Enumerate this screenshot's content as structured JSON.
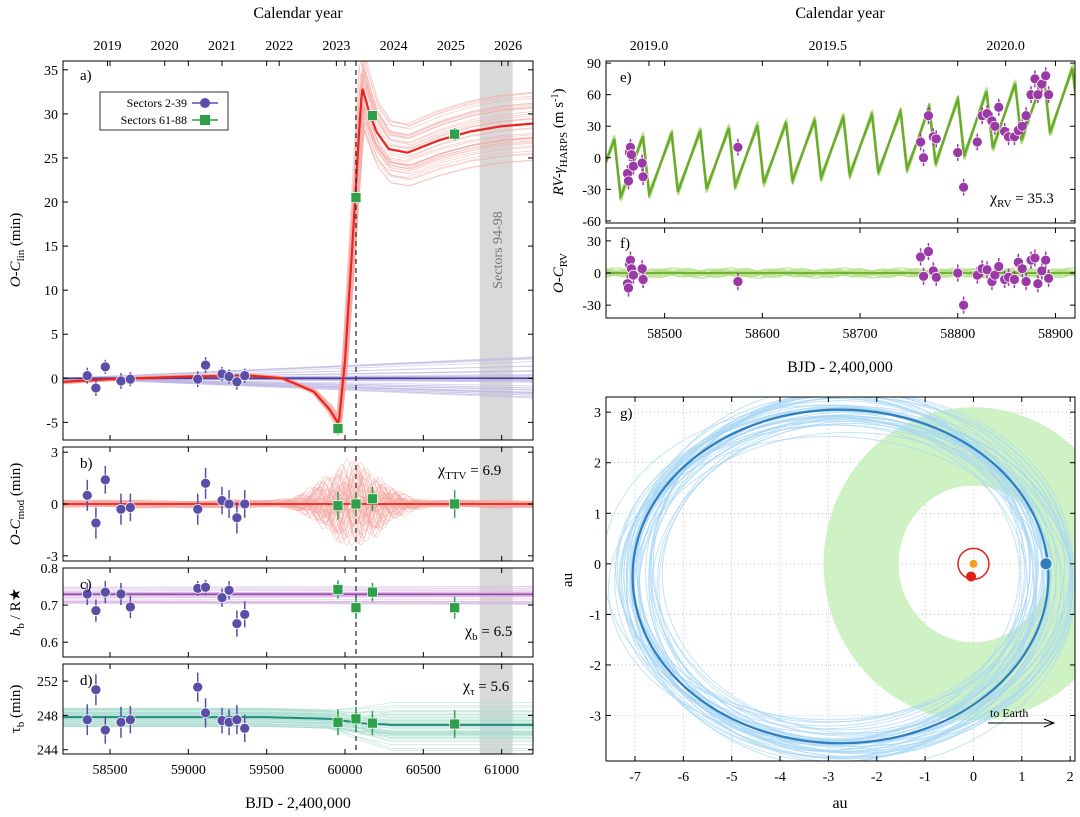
{
  "colors": {
    "ttv_model": "#e8261f",
    "ttv_band": "#f4a7a2",
    "linear": "#4b3fa0",
    "linear_band": "#bdb6e3",
    "points_tess1": "#5a4ea8",
    "points_tess2": "#2ea04a",
    "impact": "#9a4cae",
    "impact_band": "#d8b8e3",
    "duration": "#1d8c79",
    "duration_band": "#a8dccf",
    "rv_model": "#6aaa2a",
    "rv_band": "#b3df85",
    "rv_points": "#9b3aa6",
    "orbit": "#2f7dbd",
    "orbit_band": "#a8d7f5",
    "hz": "#c6f0b8",
    "inner_orbit": "#e0201a",
    "star": "#f0a020",
    "sector_band": "#d9d9d9"
  },
  "texts": {
    "top_axis_left": "Calendar year",
    "top_axis_right": "Calendar year",
    "bottom_axis_left": "BJD - 2,400,000",
    "bottom_axis_right": "BJD - 2,400,000",
    "map_x_label": "au",
    "map_y_label": "au",
    "legend_1": "Sectors 2-39",
    "legend_2": "Sectors 61-88",
    "sector_band_label": "Sectors 94-98",
    "to_earth": "to Earth",
    "panel_a": "a)",
    "panel_b": "b)",
    "panel_c": "c)",
    "panel_d": "d)",
    "panel_e": "e)",
    "panel_f": "f)",
    "panel_g": "g)",
    "chi_ttv": "χ",
    "chi_ttv_sub": "TTV",
    "chi_ttv_val": " = 6.9",
    "chi_b": "χ",
    "chi_b_sub": "b",
    "chi_b_val": " = 6.5",
    "chi_tau": "χ",
    "chi_tau_sub": "τ",
    "chi_tau_val": " = 5.6",
    "chi_rv": "χ",
    "chi_rv_sub": "RV",
    "chi_rv_val": " = 35.3",
    "ylabel_a": "O-C",
    "ylabel_a_sub": "lin",
    "ylabel_a_unit": " (min)",
    "ylabel_b": "O-C",
    "ylabel_b_sub": "mod",
    "ylabel_b_unit": " (min)",
    "ylabel_c": "b",
    "ylabel_c_sub": "b",
    "ylabel_c_unit": " / R★",
    "ylabel_d": "τ",
    "ylabel_d_sub": "b",
    "ylabel_d_unit": " (min)",
    "ylabel_e": "RV-γ",
    "ylabel_e_sub": "HARPS",
    "ylabel_e_unit": " (m s",
    "ylabel_e_exp": "-1",
    "ylabel_e_close": ")",
    "ylabel_f": "O-C",
    "ylabel_f_sub": "RV"
  },
  "chart_data": [
    {
      "type": "scatter",
      "panel": "a",
      "xlim": [
        58200,
        61200
      ],
      "ylim": [
        -7,
        36
      ],
      "xticks": [
        58500,
        59000,
        59500,
        60000,
        60500,
        61000
      ],
      "yticks": [
        -5,
        0,
        5,
        10,
        15,
        20,
        25,
        30,
        35
      ],
      "top_ticks": [
        {
          "x": 58484,
          "label": "2019"
        },
        {
          "x": 58849,
          "label": "2020"
        },
        {
          "x": 59215,
          "label": "2021"
        },
        {
          "x": 59580,
          "label": "2022"
        },
        {
          "x": 59945,
          "label": "2023"
        },
        {
          "x": 60310,
          "label": "2024"
        },
        {
          "x": 60676,
          "label": "2025"
        },
        {
          "x": 61041,
          "label": "2026"
        }
      ],
      "vline_x": 60070,
      "band_x": [
        60860,
        61070
      ],
      "series": [
        {
          "name": "Sectors 2-39",
          "x": [
            58355,
            58410,
            58470,
            58570,
            58630,
            59060,
            59110,
            59215,
            59260,
            59310,
            59360
          ],
          "y": [
            0.3,
            -1.1,
            1.3,
            -0.3,
            -0.1,
            -0.1,
            1.5,
            0.5,
            0.2,
            -0.4,
            0.3
          ],
          "err": [
            0.9,
            0.9,
            0.8,
            0.9,
            0.8,
            0.9,
            0.9,
            0.8,
            0.8,
            0.9,
            0.8
          ]
        },
        {
          "name": "Sectors 61-88",
          "x": [
            59955,
            60070,
            60175,
            60700
          ],
          "y": [
            -5.7,
            20.5,
            29.8,
            27.7
          ],
          "err": [
            0.7,
            0.6,
            0.6,
            0.7
          ]
        }
      ],
      "model_x": [
        58200,
        58500,
        59000,
        59400,
        59600,
        59800,
        59900,
        59960,
        60000,
        60050,
        60090,
        60110,
        60150,
        60200,
        60280,
        60400,
        60600,
        60800,
        61000,
        61200
      ],
      "model_y": [
        -0.4,
        -0.1,
        0.2,
        0.3,
        0.0,
        -1.5,
        -3.5,
        -5.2,
        2.0,
        16.0,
        28.0,
        33.0,
        30.5,
        28.0,
        26.0,
        25.6,
        27.0,
        28.0,
        28.6,
        28.9
      ]
    },
    {
      "type": "scatter",
      "panel": "b",
      "xlim": [
        58200,
        61200
      ],
      "ylim": [
        -3.3,
        3.3
      ],
      "yticks": [
        -3,
        0,
        3
      ],
      "series": [
        {
          "name": "Sectors 2-39",
          "x": [
            58355,
            58410,
            58470,
            58570,
            58630,
            59060,
            59110,
            59215,
            59260,
            59310,
            59360
          ],
          "y": [
            0.5,
            -1.1,
            1.4,
            -0.3,
            -0.2,
            -0.3,
            1.2,
            0.2,
            0.0,
            -0.8,
            0.0
          ],
          "err": [
            0.9,
            0.9,
            0.8,
            0.9,
            0.8,
            0.9,
            0.9,
            0.8,
            0.8,
            0.9,
            0.8
          ]
        },
        {
          "name": "Sectors 61-88",
          "x": [
            59955,
            60070,
            60175,
            60700
          ],
          "y": [
            -0.1,
            0.0,
            0.3,
            0.0
          ],
          "err": [
            0.8,
            0.7,
            0.7,
            0.8
          ]
        }
      ]
    },
    {
      "type": "scatter",
      "panel": "c",
      "xlim": [
        58200,
        61200
      ],
      "ylim": [
        0.56,
        0.8
      ],
      "yticks": [
        0.6,
        0.7,
        0.8
      ],
      "model_y": 0.729,
      "series": [
        {
          "name": "Sectors 2-39",
          "x": [
            58355,
            58410,
            58470,
            58570,
            58630,
            59060,
            59110,
            59215,
            59260,
            59310,
            59360
          ],
          "y": [
            0.73,
            0.685,
            0.735,
            0.73,
            0.695,
            0.745,
            0.748,
            0.72,
            0.74,
            0.65,
            0.675
          ],
          "err": [
            0.03,
            0.03,
            0.03,
            0.03,
            0.03,
            0.02,
            0.02,
            0.025,
            0.025,
            0.035,
            0.035
          ]
        },
        {
          "name": "Sectors 61-88",
          "x": [
            59955,
            60070,
            60175,
            60700
          ],
          "y": [
            0.742,
            0.693,
            0.735,
            0.693
          ],
          "err": [
            0.025,
            0.03,
            0.025,
            0.03
          ]
        }
      ]
    },
    {
      "type": "scatter",
      "panel": "d",
      "xlim": [
        58200,
        61200
      ],
      "ylim": [
        243.5,
        254
      ],
      "yticks": [
        244,
        248,
        252
      ],
      "series": [
        {
          "name": "Sectors 2-39",
          "x": [
            58355,
            58410,
            58470,
            58570,
            58630,
            59060,
            59110,
            59215,
            59260,
            59310,
            59360
          ],
          "y": [
            247.5,
            251.0,
            246.3,
            247.2,
            247.5,
            251.3,
            248.3,
            247.4,
            247.2,
            247.5,
            246.5
          ],
          "err": [
            1.8,
            1.8,
            1.6,
            1.8,
            1.6,
            1.7,
            1.7,
            1.5,
            1.5,
            1.7,
            1.6
          ]
        },
        {
          "name": "Sectors 61-88",
          "x": [
            59955,
            60070,
            60175,
            60700
          ],
          "y": [
            247.2,
            247.6,
            247.1,
            247.0
          ],
          "err": [
            1.5,
            1.4,
            1.4,
            1.6
          ]
        }
      ],
      "model_x": [
        58200,
        59500,
        59900,
        60100,
        60300,
        61200
      ],
      "model_y": [
        247.8,
        247.8,
        247.6,
        247.1,
        246.9,
        246.9
      ]
    },
    {
      "type": "scatter",
      "panel": "e",
      "xlim": [
        58440,
        58920
      ],
      "ylim": [
        -62,
        92
      ],
      "yticks": [
        -60,
        -30,
        0,
        30,
        60,
        90
      ],
      "top_ticks": [
        {
          "x": 58484,
          "label": "2019.0"
        },
        {
          "x": 58667,
          "label": "2019.5"
        },
        {
          "x": 58849,
          "label": "2020.0"
        }
      ],
      "period_days": 29.3,
      "series": [
        {
          "name": "HARPS",
          "x": [
            58462,
            58463,
            58464,
            58465,
            58466,
            58468,
            58477,
            58478,
            58575,
            58762,
            58765,
            58770,
            58775,
            58778,
            58800,
            58806,
            58820,
            58825,
            58830,
            58835,
            58838,
            58842,
            58848,
            58852,
            58858,
            58862,
            58866,
            58870,
            58875,
            58879,
            58882,
            58886,
            58890,
            58893
          ],
          "y": [
            -15,
            -22,
            5,
            10,
            3,
            -8,
            -5,
            -18,
            10,
            15,
            0,
            40,
            20,
            18,
            5,
            -28,
            15,
            40,
            42,
            35,
            30,
            48,
            25,
            20,
            20,
            26,
            30,
            40,
            60,
            75,
            60,
            70,
            78,
            60
          ],
          "err": [
            8,
            8,
            8,
            8,
            8,
            8,
            8,
            8,
            8,
            8,
            8,
            8,
            8,
            8,
            8,
            8,
            8,
            8,
            8,
            8,
            8,
            8,
            8,
            8,
            8,
            8,
            8,
            8,
            8,
            8,
            8,
            8,
            8,
            8
          ]
        }
      ]
    },
    {
      "type": "scatter",
      "panel": "f",
      "xlim": [
        58440,
        58920
      ],
      "ylim": [
        -42,
        42
      ],
      "yticks": [
        -30,
        0,
        30
      ],
      "xticks": [
        58500,
        58600,
        58700,
        58800,
        58900
      ],
      "series": [
        {
          "name": "HARPS",
          "x": [
            58462,
            58463,
            58464,
            58465,
            58466,
            58468,
            58477,
            58478,
            58575,
            58762,
            58765,
            58770,
            58775,
            58778,
            58800,
            58806,
            58820,
            58825,
            58830,
            58835,
            58838,
            58842,
            58848,
            58852,
            58858,
            58862,
            58866,
            58870,
            58875,
            58879,
            58882,
            58886,
            58890,
            58893
          ],
          "y": [
            -10,
            -14,
            8,
            12,
            4,
            -2,
            4,
            -6,
            -8,
            15,
            -3,
            20,
            2,
            -4,
            0,
            -30,
            -2,
            4,
            3,
            -8,
            -2,
            6,
            -6,
            -4,
            -6,
            10,
            4,
            -8,
            12,
            14,
            -10,
            2,
            12,
            -5
          ],
          "err": [
            8,
            8,
            8,
            8,
            8,
            8,
            8,
            8,
            8,
            8,
            8,
            8,
            8,
            8,
            8,
            8,
            8,
            8,
            8,
            8,
            8,
            8,
            8,
            8,
            8,
            8,
            8,
            8,
            8,
            8,
            8,
            8,
            8,
            8
          ]
        }
      ]
    },
    {
      "type": "scatter",
      "panel": "g",
      "xlim": [
        -7.6,
        2.1
      ],
      "ylim": [
        -3.9,
        3.3
      ],
      "xticks": [
        -7,
        -6,
        -5,
        -4,
        -3,
        -2,
        -1,
        0,
        1,
        2
      ],
      "yticks": [
        -3,
        -2,
        -1,
        0,
        1,
        2,
        3
      ],
      "orbit": {
        "cx": -2.75,
        "cy": -0.25,
        "rx": 4.3,
        "ry": 3.3
      },
      "hz_inner": 1.55,
      "hz_outer": 3.1,
      "planet_c_au": [
        1.5,
        0.0
      ],
      "planet_b_au": [
        -0.05,
        -0.25
      ],
      "star_au": [
        0.0,
        0.0
      ],
      "inner_orbit_r": 0.32
    }
  ]
}
